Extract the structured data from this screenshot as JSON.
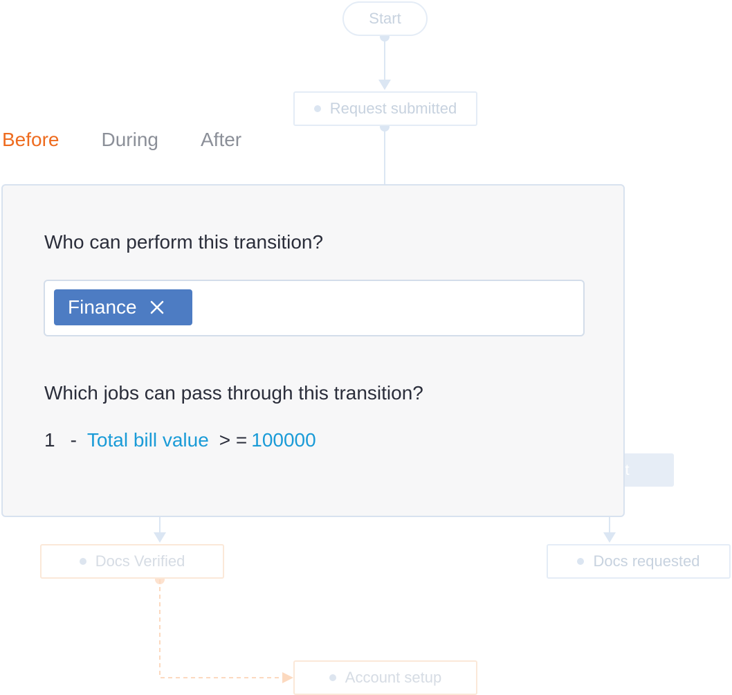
{
  "flow": {
    "nodes": {
      "start": "Start",
      "request_submitted": "Request submitted",
      "reject_partial": "ct",
      "docs_verified": "Docs Verified",
      "docs_requested": "Docs requested",
      "account_setup": "Account setup"
    }
  },
  "tabs": [
    {
      "label": "Before",
      "active": true
    },
    {
      "label": "During",
      "active": false
    },
    {
      "label": "After",
      "active": false
    }
  ],
  "panel": {
    "performers_question": "Who can perform this transition?",
    "performers": [
      {
        "label": "Finance"
      }
    ],
    "jobs_question": "Which jobs can pass through this transition?",
    "conditions": [
      {
        "index": "1",
        "separator": "-",
        "field": "Total bill value",
        "operator": "> =",
        "value": "100000"
      }
    ]
  },
  "colors": {
    "accent_orange": "#ee6b1e",
    "chip_blue": "#4d7cc3",
    "link_blue": "#1a9bd7",
    "text_dark": "#2a2d3a",
    "tab_inactive": "#8b8f98"
  }
}
